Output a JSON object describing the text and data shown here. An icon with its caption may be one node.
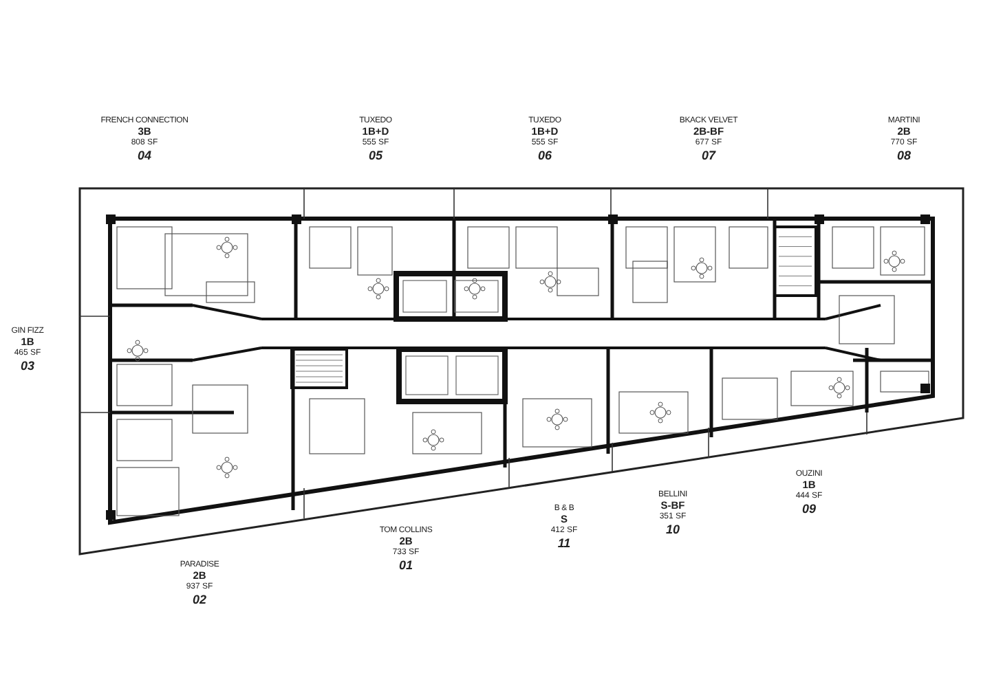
{
  "diagram": {
    "labels": [
      "FRENCH CONNECTION",
      "3B",
      "808 SF",
      "04",
      "TUXEDO",
      "1B+D",
      "555 SF",
      "05",
      "TUXEDO",
      "1B+D",
      "555 SF",
      "06",
      "BKACK VELVET",
      "2B-BF",
      "677 SF",
      "07",
      "MARTINI",
      "2B",
      "770 SF",
      "08",
      "GIN FIZZ",
      "1B",
      "465 SF",
      "03",
      "OUZINI",
      "1B",
      "444 SF",
      "09",
      "BELLINI",
      "S-BF",
      "351 SF",
      "10",
      "B & B",
      "S",
      "412 SF",
      "11",
      "TOM COLLINS",
      "2B",
      "733 SF",
      "01",
      "PARADISE",
      "2B",
      "937 SF",
      "02"
    ]
  }
}
